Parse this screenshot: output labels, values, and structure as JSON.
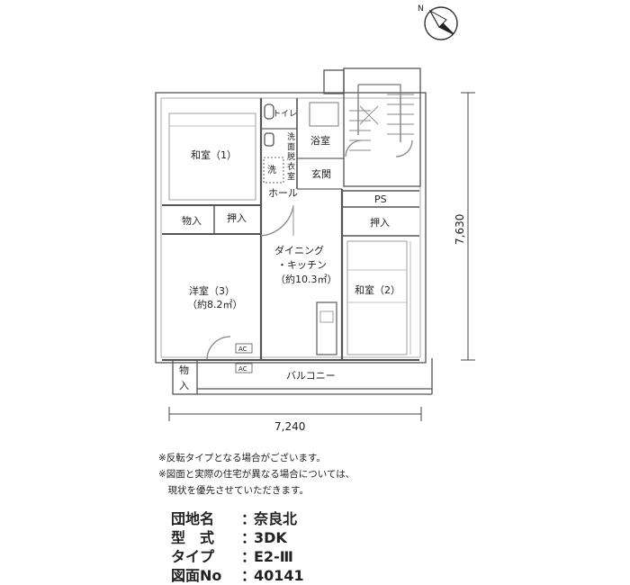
{
  "compass": {
    "label": "N"
  },
  "rooms": {
    "washitsu1": "和室（1）",
    "toilet": "トイレ",
    "senmen": "洗面脱衣室",
    "sentaku": "洗",
    "yokushitsu": "浴室",
    "genkan": "玄関",
    "hall": "ホール",
    "ps": "PS",
    "monoire": "物入",
    "oshiire": "押入",
    "oshiire2": "押入",
    "dk_line1": "ダイニング",
    "dk_line2": "・キッチン",
    "dk_area": "（約10.3㎡）",
    "youshitsu_line1": "洋室（3）",
    "youshitsu_area": "（約8.2㎡）",
    "washitsu2": "和室（2）",
    "balcony": "バルコニー",
    "monoire_small_top": "物",
    "monoire_small_bottom": "入",
    "ac1": "AC",
    "ac2": "AC"
  },
  "dimensions": {
    "width": "7,240",
    "height": "7,630"
  },
  "notes": [
    "※反転タイプとなる場合がございます。",
    "※図面と実際の住宅が異なる場合については、",
    "　現状を優先させていただきます。"
  ],
  "info": {
    "danchi_label": "団地名",
    "danchi_value": "奈良北",
    "kata_label": "型　式",
    "kata_value": "3DK",
    "type_label": "タイプ",
    "type_value": "E2-Ⅲ",
    "zumen_label": "図面No",
    "zumen_value": "40141",
    "colon": "："
  }
}
